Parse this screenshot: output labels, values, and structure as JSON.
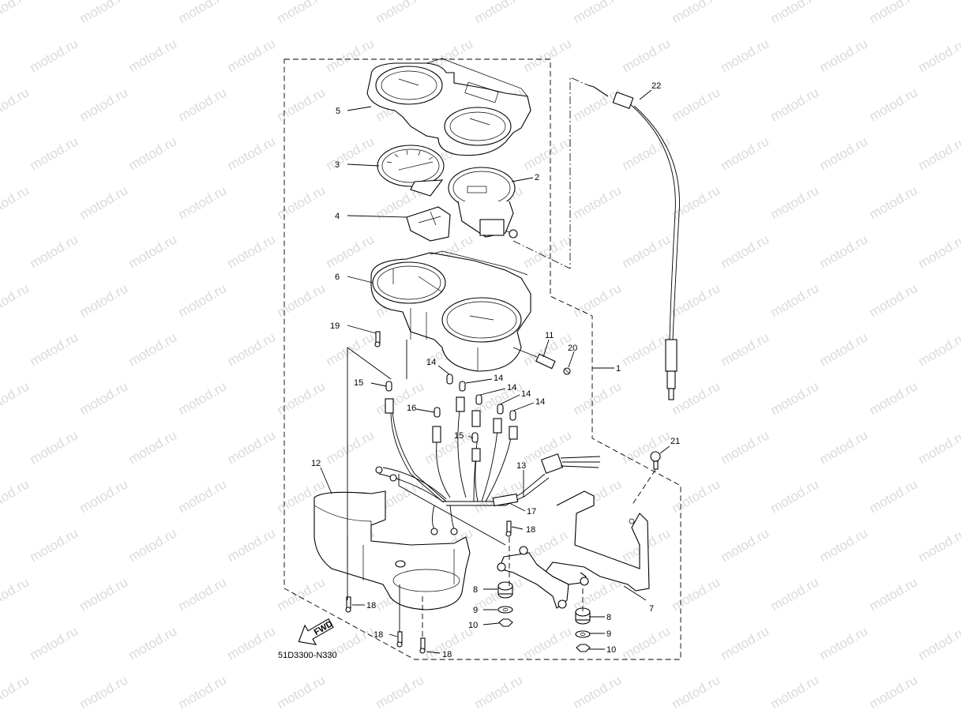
{
  "watermark": {
    "text": "motod.ru",
    "color": "#bdbdbd"
  },
  "diagram_code": "51D3300-N330",
  "fwd_label": "FWD",
  "callouts": [
    {
      "key": "c5",
      "label": "5"
    },
    {
      "key": "c3",
      "label": "3"
    },
    {
      "key": "c2",
      "label": "2"
    },
    {
      "key": "c4",
      "label": "4"
    },
    {
      "key": "c6",
      "label": "6"
    },
    {
      "key": "c19",
      "label": "19"
    },
    {
      "key": "c11",
      "label": "11"
    },
    {
      "key": "c20",
      "label": "20"
    },
    {
      "key": "c1",
      "label": "1"
    },
    {
      "key": "c22",
      "label": "22"
    },
    {
      "key": "c14a",
      "label": "14"
    },
    {
      "key": "c14b",
      "label": "14"
    },
    {
      "key": "c14c",
      "label": "14"
    },
    {
      "key": "c14d",
      "label": "14"
    },
    {
      "key": "c14e",
      "label": "14"
    },
    {
      "key": "c15a",
      "label": "15"
    },
    {
      "key": "c16",
      "label": "16"
    },
    {
      "key": "c15b",
      "label": "15"
    },
    {
      "key": "c12",
      "label": "12"
    },
    {
      "key": "c13",
      "label": "13"
    },
    {
      "key": "c17",
      "label": "17"
    },
    {
      "key": "c18a",
      "label": "18"
    },
    {
      "key": "c21",
      "label": "21"
    },
    {
      "key": "c7",
      "label": "7"
    },
    {
      "key": "c8a",
      "label": "8"
    },
    {
      "key": "c9a",
      "label": "9"
    },
    {
      "key": "c10a",
      "label": "10"
    },
    {
      "key": "c8b",
      "label": "8"
    },
    {
      "key": "c9b",
      "label": "9"
    },
    {
      "key": "c10b",
      "label": "10"
    },
    {
      "key": "c18b",
      "label": "18"
    },
    {
      "key": "c18c",
      "label": "18"
    },
    {
      "key": "c18d",
      "label": "18"
    }
  ]
}
